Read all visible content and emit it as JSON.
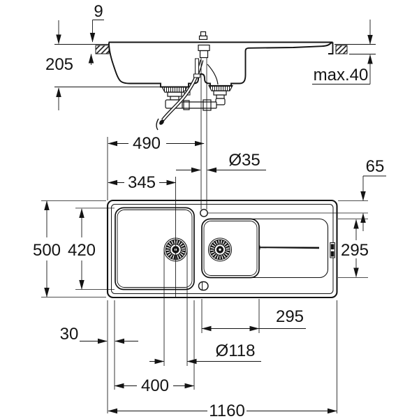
{
  "drawing": {
    "type": "kitchen-sink-installation-drawing",
    "views": {
      "top": "side-section-view",
      "bottom": "plan-view"
    },
    "colors": {
      "ink": "#141414",
      "paper": "#ffffff"
    },
    "units": "mm"
  },
  "labels": {
    "rim_height": "9",
    "bowl_depth": "205",
    "worktop_thickness_max": "max.40",
    "tap_center_from_left": "490",
    "tap_hole_diameter": "Ø35",
    "main_drain_from_left": "345",
    "tap_center_from_rear_edge": "65",
    "overall_depth": "500",
    "main_bowl_inner_depth": "420",
    "small_bowl_inner_depth": "295",
    "rim_to_bowl_offset": "30",
    "small_bowl_inner_width": "295",
    "drain_diameter": "Ø118",
    "main_bowl_inner_width": "400",
    "overall_width": "1160"
  }
}
